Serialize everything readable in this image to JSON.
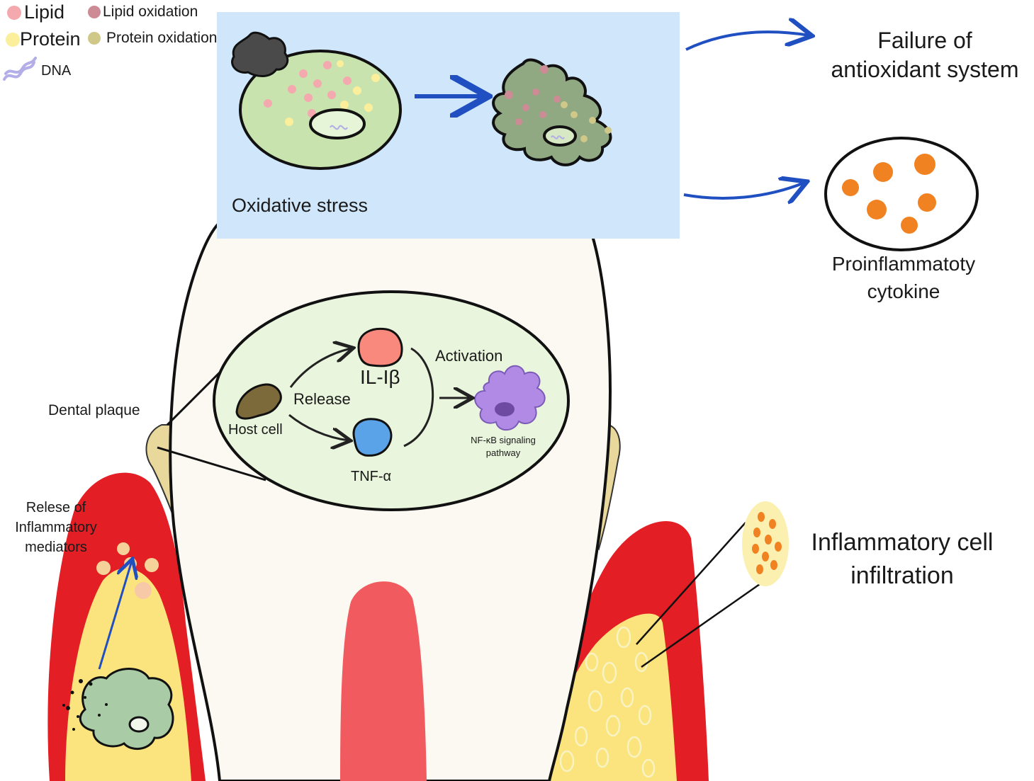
{
  "legend": {
    "lipid": "Lipid",
    "lipid_oxidation": "Lipid oxidation",
    "protein": "Protein",
    "protein_oxidation": "Protein oxidation",
    "dna": "DNA"
  },
  "oxidative_stress": {
    "label": "Oxidative stress"
  },
  "outcomes": {
    "failure_line1": "Failure of",
    "failure_line2": "antioxidant system",
    "cytokine_line1": "Proinflammatoty",
    "cytokine_line2": "cytokine"
  },
  "inset": {
    "host_cell": "Host cell",
    "release": "Release",
    "il": "IL-Iβ",
    "tnf": "TNF-α",
    "activation": "Activation",
    "nfkb_line1": "NF-κB signaling",
    "nfkb_line2": "pathway"
  },
  "labels": {
    "dental_plaque": "Dental plaque",
    "mediators_line1": "Relese of",
    "mediators_line2": "Inflammatory",
    "mediators_line3": "mediators",
    "infiltration_line1": "Inflammatory cell",
    "infiltration_line2": "infiltration"
  },
  "colors": {
    "lipid": "#f4a9ae",
    "lipid_oxidation": "#cc8b95",
    "protein": "#fbef9b",
    "protein_oxidation": "#cfc889",
    "dna": "#b3aee8",
    "stress_box": "#cfe6fb",
    "arrow_blue": "#1f4fc1",
    "gum_red": "#e31e24",
    "bone_yellow": "#fbe47e",
    "cytokine_orange": "#f18222"
  }
}
